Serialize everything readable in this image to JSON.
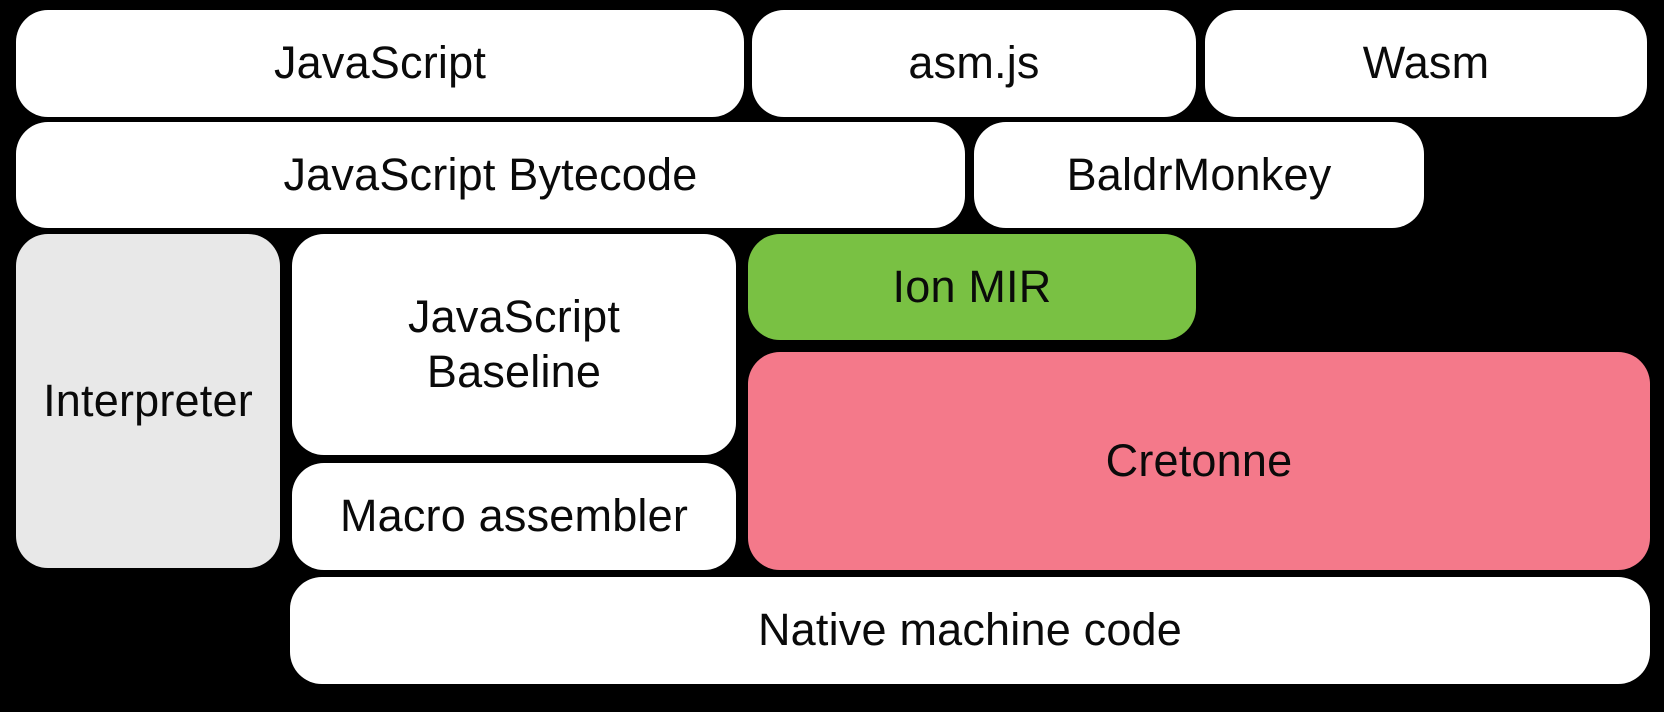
{
  "colors": {
    "background": "#000000",
    "box_white": "#ffffff",
    "box_gray": "#e8e8e8",
    "box_green": "#79c143",
    "box_pink": "#f4798a",
    "text": "#0a0a0a"
  },
  "boxes": {
    "javascript": {
      "label": "JavaScript"
    },
    "asmjs": {
      "label": "asm.js"
    },
    "wasm": {
      "label": "Wasm"
    },
    "bytecode": {
      "label": "JavaScript Bytecode"
    },
    "baldrmonkey": {
      "label": "BaldrMonkey"
    },
    "interpreter": {
      "label": "Interpreter"
    },
    "baseline": {
      "label": "JavaScript\nBaseline"
    },
    "ion_mir": {
      "label": "Ion MIR"
    },
    "cretonne": {
      "label": "Cretonne"
    },
    "macro_assembler": {
      "label": "Macro assembler"
    },
    "native_code": {
      "label": "Native machine code"
    }
  }
}
